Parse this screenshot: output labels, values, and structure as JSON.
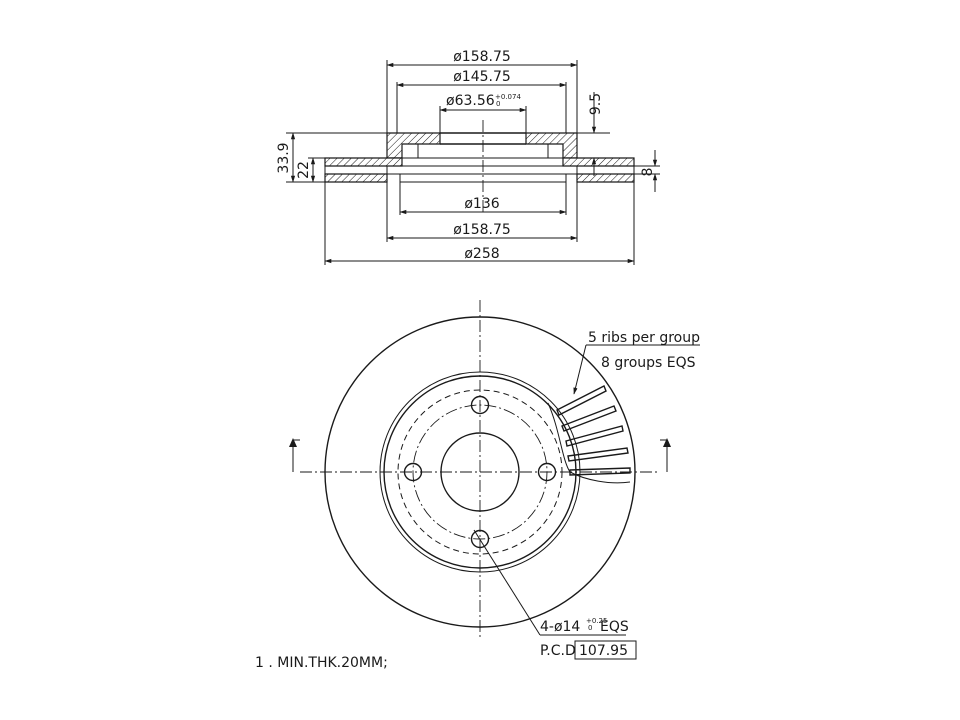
{
  "section_view": {
    "dims": {
      "d_outer_hat": "ø158.75",
      "d_hat_inner": "ø145.75",
      "d_bore": "ø63.56",
      "d_bore_tol_upper": "+0.074",
      "d_bore_tol_lower": "0",
      "hat_offset": "9.5",
      "total_height": "33.9",
      "disc_thickness": "22",
      "vane_gap": "8",
      "d_inner_face": "ø136",
      "d_hat_bottom": "ø158.75",
      "d_disc": "ø258"
    }
  },
  "plan_view": {
    "rib_note_line1": "5 ribs per group",
    "rib_note_line2": "8 groups EQS",
    "holes_prefix": "4-ø14",
    "holes_tol_upper": "+0.25",
    "holes_tol_lower": "0",
    "holes_suffix": "EQS",
    "pcd_label": "P.C.D",
    "pcd_value": "107.95"
  },
  "notes": {
    "note1": "1 . MIN.THK.20MM;"
  }
}
